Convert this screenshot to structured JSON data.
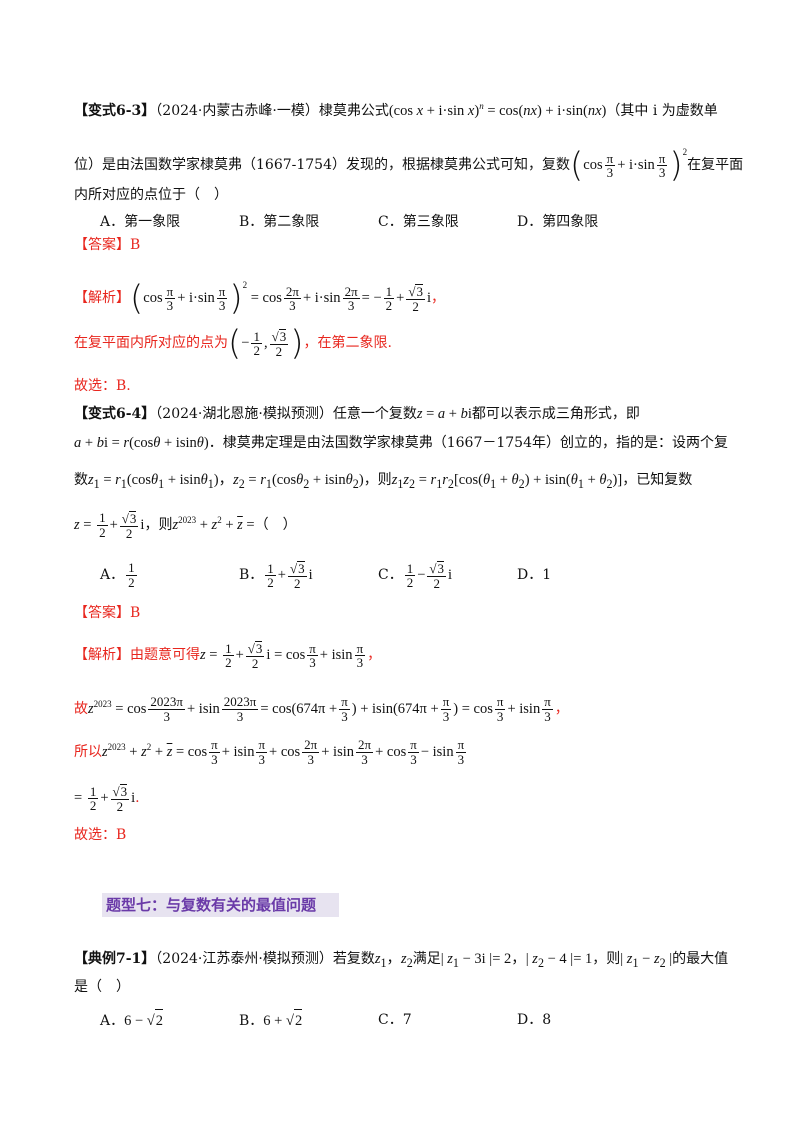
{
  "q63": {
    "tag": "【变式6-3】",
    "src": "（2024·内蒙古赤峰·一模）",
    "text1": "棣莫弗公式",
    "text2": "（其中 i 为虚数单",
    "line2a": "位）是由法国数学家棣莫弗（1667-1754）发现的，根据棣莫弗公式可知，复数",
    "line2b": "在复平面",
    "line3": "内所对应的点位于（　）",
    "options": [
      "A．第一象限",
      "B．第二象限",
      "C．第三象限",
      "D．第四象限"
    ],
    "answer": "【答案】B",
    "jx_label": "【解析】",
    "jx2": "在复平面内所对应的点为",
    "jx2b": "，在第二象限.",
    "choose": "故选：B."
  },
  "q64": {
    "tag": "【变式6-4】",
    "src": "（2024·湖北恩施·模拟预测）",
    "text1": "任意一个复数",
    "text2": "都可以表示成三角形式，即",
    "line2": "．棣莫弗定理是由法国数学家棣莫弗（1667－1754年）创立的，指的是：设两个复",
    "line3a": "数",
    "line3b": "，则",
    "line3c": "，已知复数",
    "line4": "，则",
    "options": [
      "A．",
      "B．",
      "C．",
      "D．1"
    ],
    "answer": "【答案】B",
    "jx_label": "【解析】",
    "jx1": "由题意可得",
    "gu": "故",
    "suoyi": "所以",
    "choose": "故选：B"
  },
  "section_title": "题型七：与复数有关的最值问题",
  "q71": {
    "tag": "【典例7-1】",
    "src": "（2024·江苏泰州·模拟预测）",
    "text1": "若复数",
    "text2": "满足",
    "text3": "，则",
    "text4": "的最大值",
    "line2": "是（　）",
    "options": [
      "A．",
      "B．",
      "C．7",
      "D．8"
    ]
  }
}
